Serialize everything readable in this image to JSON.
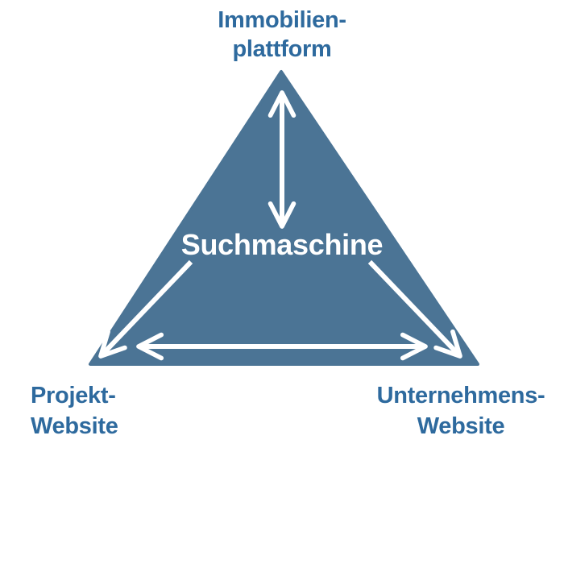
{
  "diagram": {
    "type": "triangle-relationship",
    "center": {
      "label": "Suchmaschine"
    },
    "nodes": {
      "top": {
        "lines": [
          "Immobilien-",
          "plattform"
        ]
      },
      "bottom_left": {
        "lines": [
          "Projekt-",
          "Website"
        ]
      },
      "bottom_right": {
        "lines": [
          "Unternehmens-",
          "Website"
        ]
      }
    },
    "connections": [
      {
        "from": "Suchmaschine",
        "to": "Immobilienplattform",
        "style": "double-headed-arrow"
      },
      {
        "from": "Suchmaschine",
        "to": "Projekt-Website",
        "style": "single-headed-arrow"
      },
      {
        "from": "Suchmaschine",
        "to": "Unternehmens-Website",
        "style": "single-headed-arrow"
      },
      {
        "from": "Projekt-Website",
        "to": "Unternehmens-Website",
        "style": "double-headed-arrow"
      }
    ],
    "colors": {
      "triangle_fill": "#4b7495",
      "label_text": "#2e6a9e",
      "arrow": "#ffffff",
      "center_text": "#ffffff",
      "background": "#ffffff"
    }
  }
}
